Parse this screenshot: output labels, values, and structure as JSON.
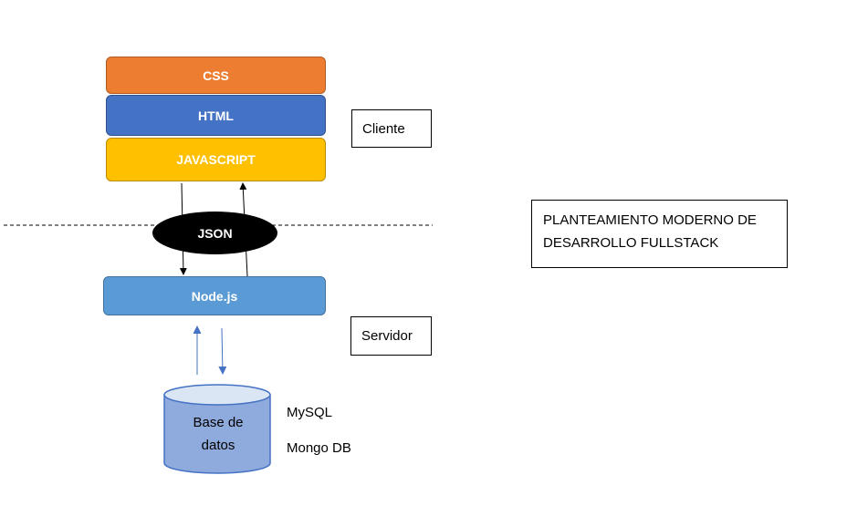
{
  "client_stack": {
    "css_label": "CSS",
    "html_label": "HTML",
    "javascript_label": "JAVASCRIPT"
  },
  "boundary": {
    "json_label": "JSON"
  },
  "server": {
    "node_label": "Node.js"
  },
  "labels": {
    "cliente": "Cliente",
    "servidor": "Servidor",
    "title": "PLANTEAMIENTO MODERNO DE DESARROLLO FULLSTACK"
  },
  "database": {
    "line1": "Base de",
    "line2": "datos",
    "engines": [
      "MySQL",
      "Mongo DB"
    ]
  },
  "colors": {
    "css": "#ed7d31",
    "html": "#4472c4",
    "javascript": "#ffc000",
    "node": "#5b9bd5",
    "database_top": "#dbe6f5",
    "database_body": "#8faadc",
    "arrow_blue": "#4472c4"
  }
}
